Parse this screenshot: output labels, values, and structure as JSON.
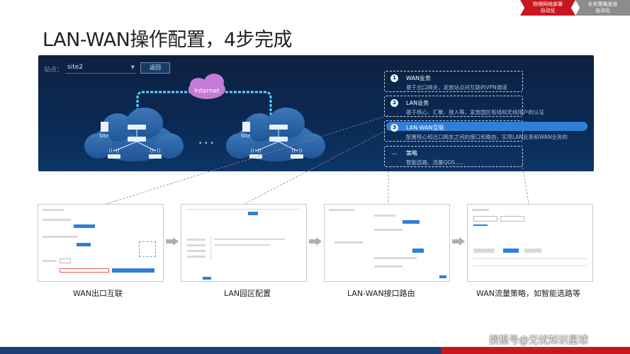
{
  "header": {
    "tab_primary": "物理网络部署\n自动化",
    "tab_secondary": "业务策略发放\n自动化",
    "title": "LAN-WAN操作配置，4步完成"
  },
  "banner": {
    "site_label": "站点：",
    "site_value": "site2",
    "back_button": "返回",
    "internet_label": "Internet",
    "site_node_left": "Site",
    "site_node_right": "Site",
    "ellipsis": "• • •",
    "steps": [
      {
        "num": "1",
        "name": "WAN业务",
        "desc": "基于出口网关，发放站点间互联的VPN通道"
      },
      {
        "num": "2",
        "name": "LAN业务",
        "desc": "基于核心、汇聚、接入等，发放园区有线和无线用户的认证"
      },
      {
        "num": "3",
        "name": "LAN-WAN互联",
        "desc": "配置核心和出口网关之间的接口和路由，实现LAN业务和WAN业务的"
      },
      {
        "num": "...",
        "name": "策略",
        "desc": "智能选路、流量QOS......"
      }
    ]
  },
  "captions": {
    "c1": "WAN出口互联",
    "c2": "LAN园区配置",
    "c3": "LAN-WAN接口路由",
    "c4": "WAN流量策略，如智能选路等"
  },
  "watermark": "搜狐号@无忧知识星球",
  "colors": {
    "accent_red": "#c8161e",
    "banner_navy": "#0a2a55",
    "highlight_blue": "#2f7fd8"
  }
}
